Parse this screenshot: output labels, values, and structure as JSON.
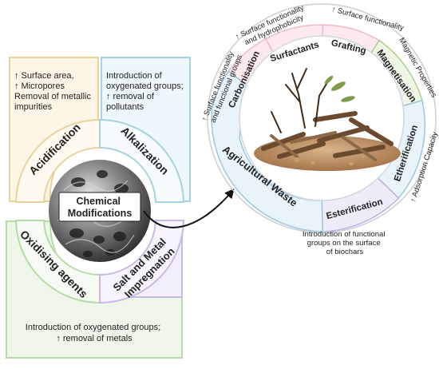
{
  "left_panel": {
    "center_label_line1": "Chemical",
    "center_label_line2": "Modifications",
    "acidification": {
      "label": "Acidification",
      "desc_lines": [
        "↑ Surface area,",
        "↑ Micropores",
        "Removal of metallic",
        "impurities"
      ]
    },
    "alkalization": {
      "label": "Alkalization",
      "desc_lines": [
        "Introduction of",
        "oxygenated groups;",
        "↑ removal of",
        "pollutants"
      ]
    },
    "oxidising": {
      "label": "Oxidising agents",
      "desc_lines": [
        "Introduction of oxygenated groups;",
        "↑ removal of metals"
      ]
    },
    "salt_metal": {
      "label_line1": "Salt and Metal",
      "label_line2": "Impregnation"
    }
  },
  "right_wheel": {
    "center_label": "Agricultural Waste",
    "segments": {
      "carbonisation": "Carbonisation",
      "surfactants": "Surfactants",
      "grafting": "Grafting",
      "magnetisation": "Magnetisation",
      "etherification": "Etherification",
      "esterification": "Esterification"
    },
    "notes": {
      "carbonisation": [
        "↑ Surface functionality",
        "and functional groups"
      ],
      "surfactants": [
        "↑ Surface functionality",
        "and hydrophobicity"
      ],
      "grafting": "↑ Surface functionality",
      "magnetisation": "Magnetic Properties",
      "etherification": "↑ Adsorption Capacity",
      "esterification": [
        "Introduction of functional",
        "groups on the surface",
        "of biochars"
      ]
    }
  },
  "colors": {
    "acid_fill": "#fdf6e6",
    "acid_stroke": "#ead29e",
    "alk_fill": "#eef7fb",
    "alk_stroke": "#a8d2e0",
    "oxid_fill": "#eef7ea",
    "oxid_stroke": "#b6dba6",
    "salt_fill": "#f3eefb",
    "salt_stroke": "#c8b8e6",
    "wheel_pink_fill": "#fde9ee",
    "wheel_pink_stroke": "#f1b9c6",
    "wheel_green_fill": "#eef7e6",
    "wheel_green_stroke": "#a9d18c",
    "wheel_blue_fill": "#e9f3fa",
    "wheel_blue_stroke": "#9fc6e0",
    "wheel_purple_fill": "#f0ebf9",
    "wheel_purple_stroke": "#bfb0e0",
    "text": "#222222"
  },
  "icons": {
    "center_image": "porous-biochar-sphere-icon",
    "wheel_center_image": "wood-pile-icon",
    "connector": "curved-arrow-icon"
  }
}
